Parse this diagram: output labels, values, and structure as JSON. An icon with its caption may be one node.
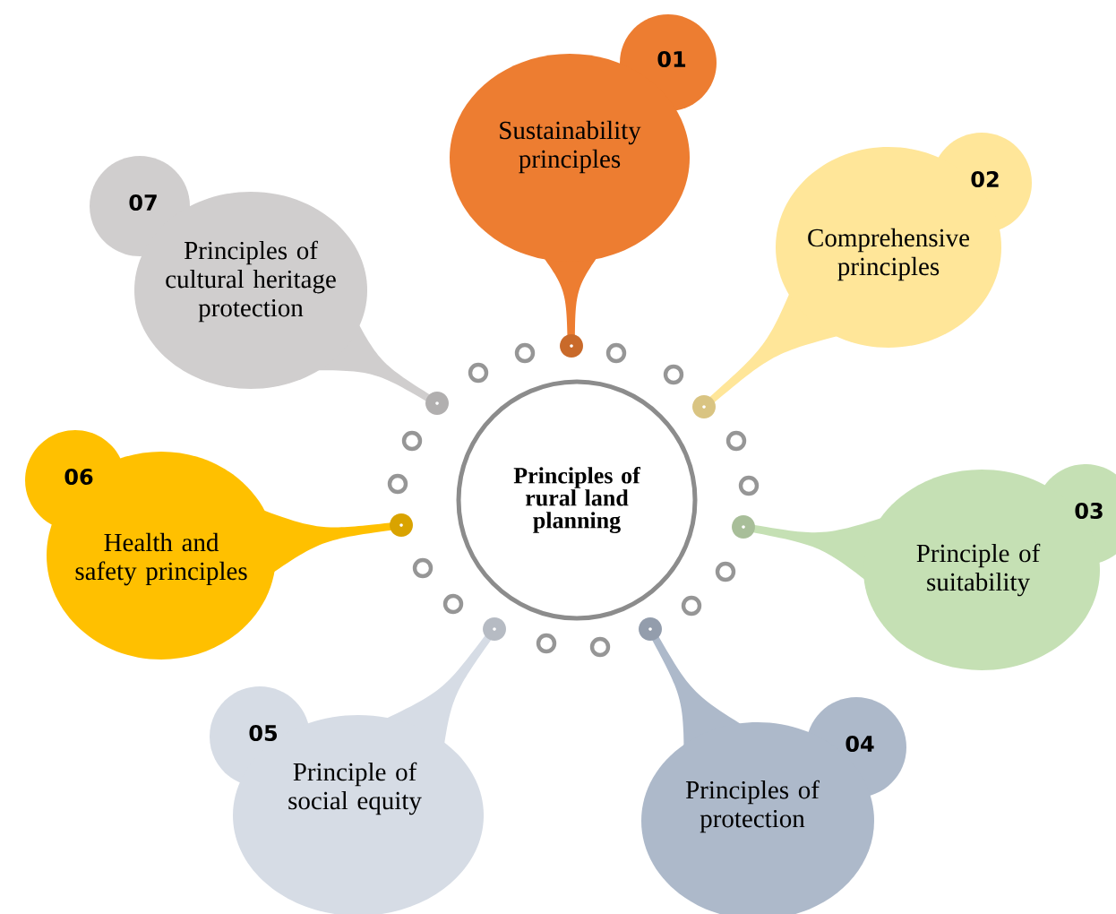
{
  "diagram": {
    "nodes": [
      {
        "text": [
          "Principles of rural land planning"
        ]
      },
      {
        "text": [
          "01",
          "Sustainability principles"
        ]
      },
      {
        "text": [
          "02",
          "Comprehensive principles"
        ]
      },
      {
        "text": [
          "03",
          "Principle of suitability"
        ]
      },
      {
        "text": [
          "04",
          "Principles of protection"
        ]
      },
      {
        "text": [
          "05",
          "Principle of social equity"
        ]
      },
      {
        "text": [
          "06",
          "Health and safety principles"
        ]
      },
      {
        "text": [
          "07",
          "Principles of cultural heritage protection"
        ]
      }
    ]
  }
}
